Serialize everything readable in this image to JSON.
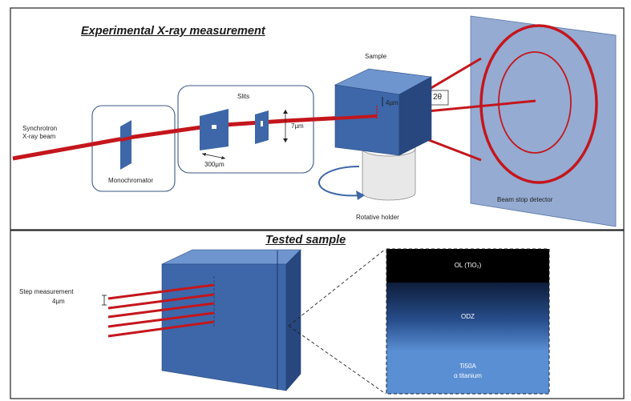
{
  "top_panel": {
    "title": "Experimental X-ray measurement",
    "labels": {
      "beam_line1": "Synchrotron",
      "beam_line2": "X-ray beam",
      "monochromator": "Monochromator",
      "slits": "Slits",
      "slit_width": "300µm",
      "slit_height": "7µm",
      "sample": "Sample",
      "beam_size": "4µm",
      "two_theta": "2θ",
      "rotative_holder": "Rotative holder",
      "detector": "Beam stop detector"
    }
  },
  "bottom_panel": {
    "title": "Tested sample",
    "step_label_line1": "Step measurement",
    "step_label_line2": "4µm",
    "layers": [
      {
        "name": "OL (TiO₂)",
        "color": "#000000"
      },
      {
        "name": "ODZ",
        "color": "#1c3f7a"
      },
      {
        "name": "Ti50A",
        "name2": "α titanium",
        "color": "#5a8fd4"
      }
    ]
  },
  "colors": {
    "beam": "#c4161c",
    "component": "#3d67a8",
    "component_dark": "#27477e",
    "component_light": "#6f95cf",
    "detector": "#95abd2"
  }
}
